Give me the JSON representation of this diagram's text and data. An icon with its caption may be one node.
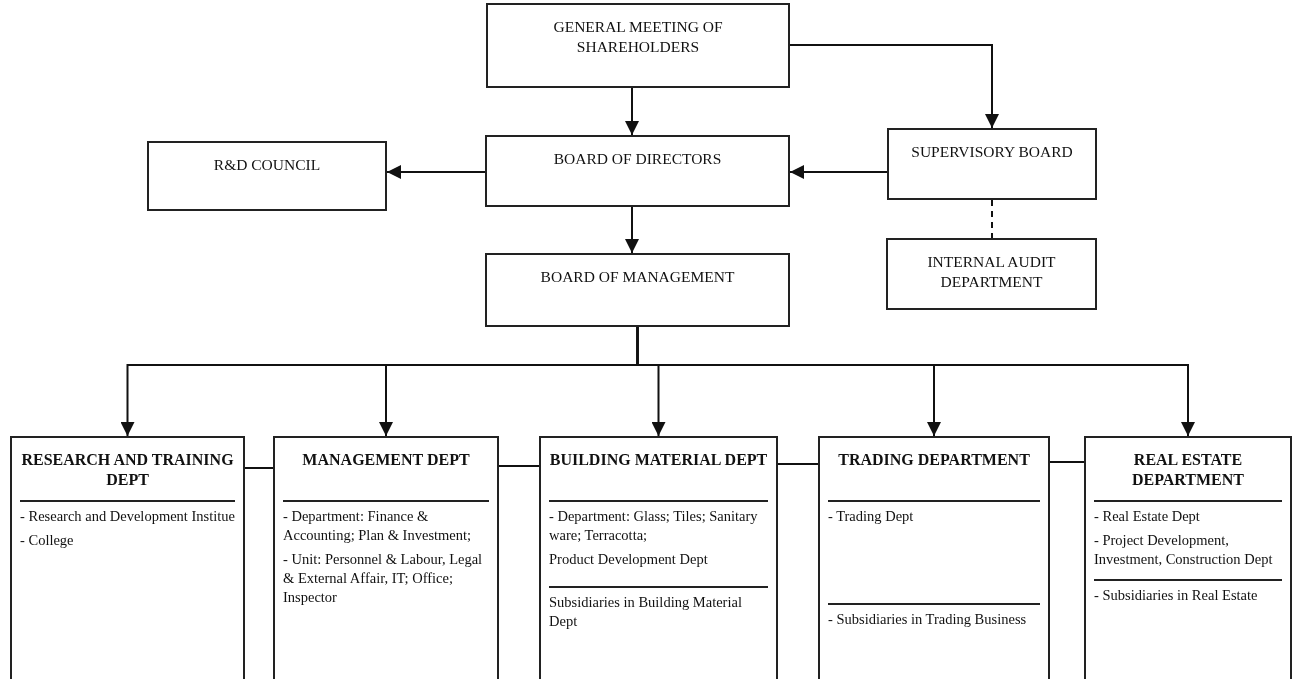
{
  "diagram": {
    "nodes": [
      {
        "text": [
          "GENERAL MEETING OF SHAREHOLDERS"
        ]
      },
      {
        "text": [
          "BOARD OF DIRECTORS"
        ]
      },
      {
        "text": [
          "R&D COUNCIL"
        ]
      },
      {
        "text": [
          "SUPERVISORY BOARD"
        ]
      },
      {
        "text": [
          "INTERNAL AUDIT DEPARTMENT"
        ]
      },
      {
        "text": [
          "BOARD OF MANAGEMENT"
        ]
      },
      {
        "text": [
          "RESEARCH AND TRAINING DEPT",
          "- Research and Development Institue",
          "- College"
        ]
      },
      {
        "text": [
          "MANAGEMENT DEPT",
          "- Department: Finance & Accounting; Plan & Investment;",
          "- Unit: Personnel & Labour, Legal & External Affair, IT; Office; Inspector"
        ]
      },
      {
        "text": [
          "BUILDING MATERIAL DEPT",
          "- Department: Glass; Tiles; Sanitary ware; Terracotta;",
          "Product Development Dept",
          "Subsidiaries in Building Material Dept"
        ]
      },
      {
        "text": [
          "TRADING DEPARTMENT",
          "- Trading Dept",
          "- Subsidiaries in Trading Business"
        ]
      },
      {
        "text": [
          "REAL ESTATE DEPARTMENT",
          "- Real Estate Dept",
          "- Project Development, Investment, Construction Dept",
          "- Subsidiaries in Real Estate"
        ]
      }
    ],
    "edges": [
      {
        "from": 0,
        "to": 1,
        "arrow": "to"
      },
      {
        "from": 0,
        "to": 3,
        "arrow": "to"
      },
      {
        "from": 3,
        "to": 1,
        "arrow": "to"
      },
      {
        "from": 1,
        "to": 2,
        "arrow": "to"
      },
      {
        "from": 3,
        "to": 4,
        "arrow": "none",
        "style": "dashed"
      },
      {
        "from": 1,
        "to": 5,
        "arrow": "to"
      },
      {
        "from": 5,
        "to": 6,
        "arrow": "to"
      },
      {
        "from": 5,
        "to": 7,
        "arrow": "to"
      },
      {
        "from": 5,
        "to": 8,
        "arrow": "to"
      },
      {
        "from": 5,
        "to": 9,
        "arrow": "to"
      },
      {
        "from": 5,
        "to": 10,
        "arrow": "to"
      },
      {
        "from": 6,
        "to": 7,
        "arrow": "none"
      },
      {
        "from": 7,
        "to": 8,
        "arrow": "none"
      },
      {
        "from": 8,
        "to": 9,
        "arrow": "none"
      },
      {
        "from": 9,
        "to": 10,
        "arrow": "none"
      }
    ]
  }
}
